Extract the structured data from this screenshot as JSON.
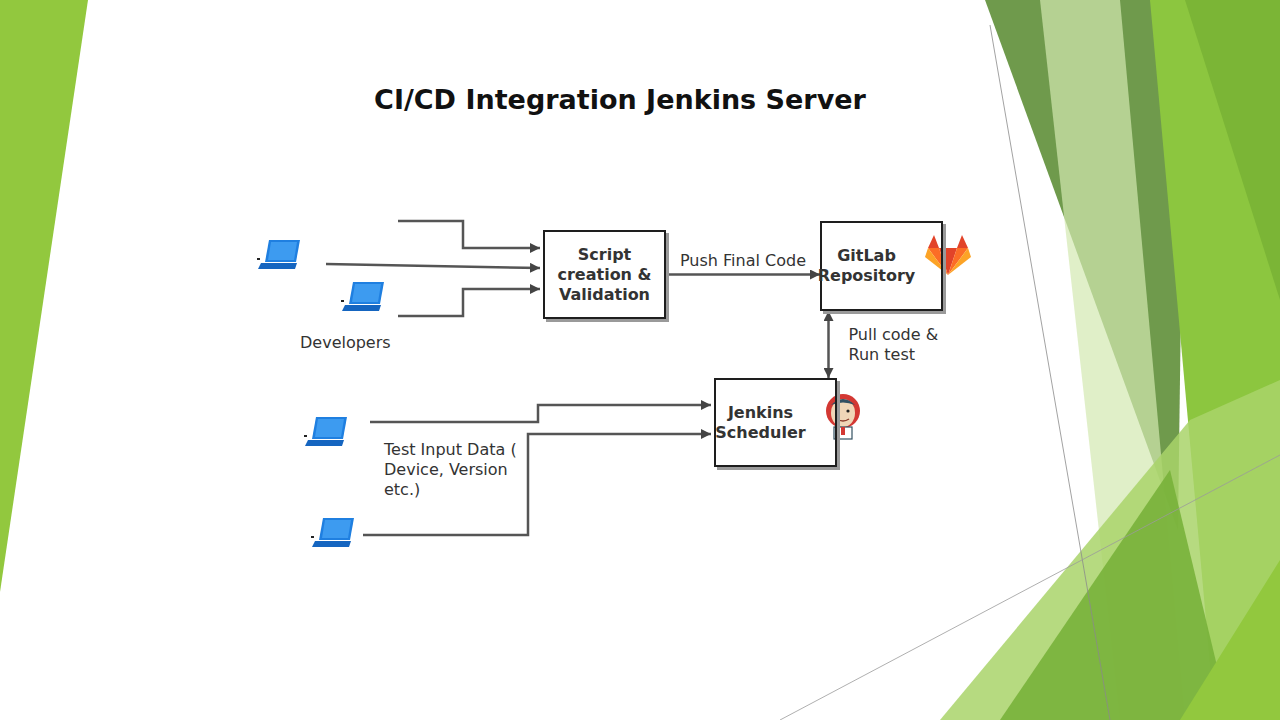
{
  "diagram": {
    "title": "CI/CD Integration Jenkins Server",
    "nodes": [
      {
        "text": [
          "Script creation & Validation"
        ]
      },
      {
        "text": [
          "GitLab Repository"
        ]
      },
      {
        "text": [
          "Jenkins Scheduler"
        ]
      }
    ],
    "edges": [
      {
        "from": 0,
        "to": 1,
        "label": "Push Final Code",
        "arrow": "to"
      },
      {
        "from": 1,
        "to": 2,
        "label": "Pull code & Run test",
        "arrow": "both"
      }
    ],
    "labels": [
      "Developers",
      "Test Input Data ( Device, Version etc.)"
    ]
  }
}
